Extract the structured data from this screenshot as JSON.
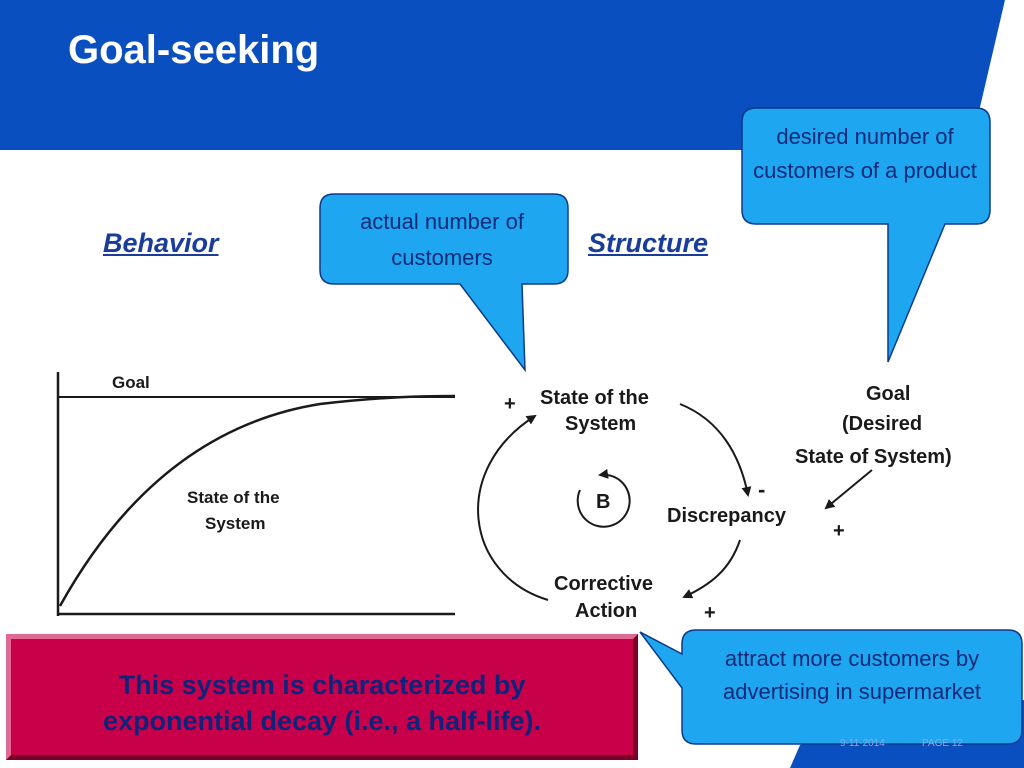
{
  "slide": {
    "title": "Goal-seeking",
    "colors": {
      "banner_blue": "#0a4fc0",
      "callout_fill": "#1ea6f0",
      "note_fill": "#c8004a",
      "heading_blue": "#1a3d9c"
    }
  },
  "headings": {
    "behavior": "Behavior",
    "structure": "Structure"
  },
  "callouts": {
    "actual": "actual number of customers",
    "desired": "desired number of customers of a product",
    "attract": "attract more customers by advertising in supermarket"
  },
  "behavior_graph": {
    "goal_label": "Goal",
    "state_label_line1": "State of the",
    "state_label_line2": "System"
  },
  "structure_diagram": {
    "state_line1": "State of the",
    "state_line2": "System",
    "goal_line1": "Goal",
    "goal_line2": "(Desired",
    "goal_line3": "State of System)",
    "discrepancy": "Discrepancy",
    "corrective_line1": "Corrective",
    "corrective_line2": "Action",
    "loop_label": "B",
    "polarity_state": "+",
    "polarity_discrepancy_minus": "-",
    "polarity_discrepancy_plus": "+",
    "polarity_corrective": "+"
  },
  "note": {
    "line1": "This system is characterized by",
    "line2": "exponential decay (i.e., a half-life)."
  },
  "footer": {
    "date": "9-11-2014",
    "page": "PAGE 12"
  }
}
